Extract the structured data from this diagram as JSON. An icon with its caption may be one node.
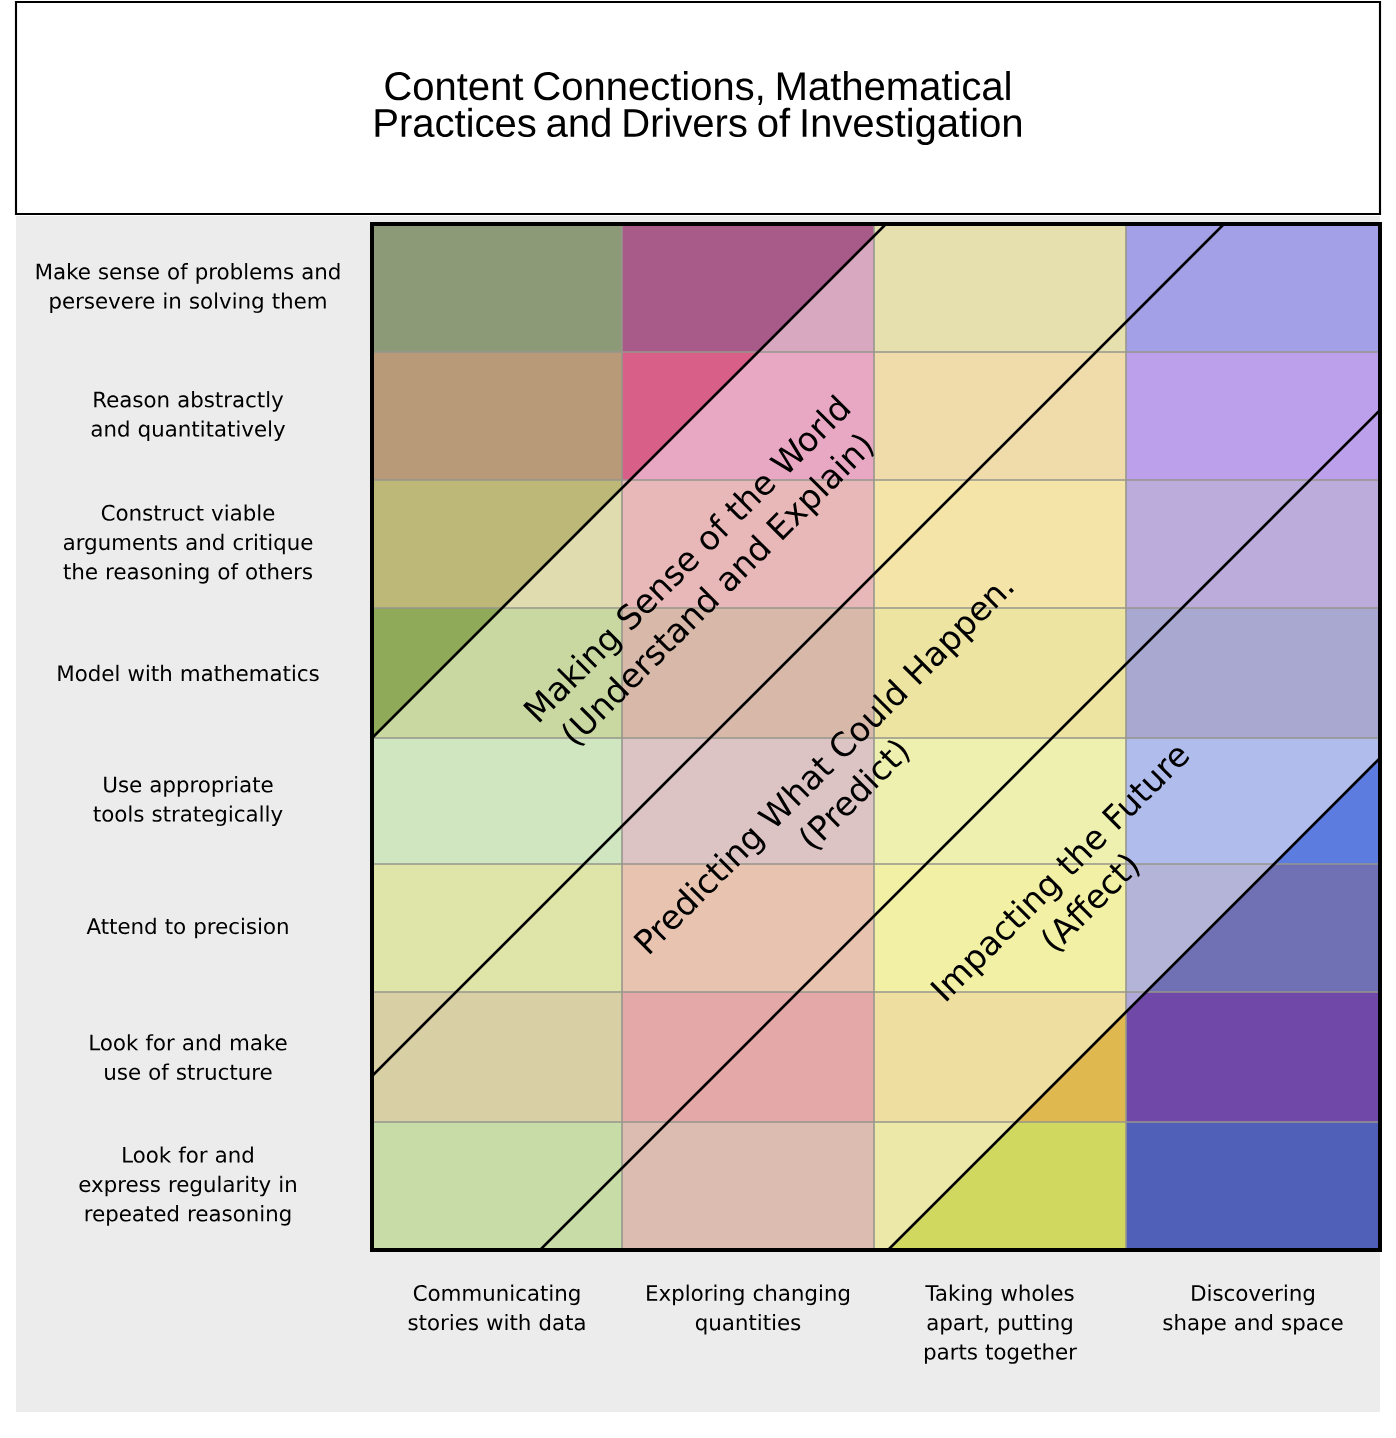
{
  "diagram": {
    "title": "Content Connections, Mathematical Practices and Drivers of Investigation",
    "nodes": [
      {
        "text": [
          "Making Sense of the World",
          "(Understand and Explain)"
        ]
      },
      {
        "text": [
          "Predicting What Could Happen.",
          "(Predict)"
        ]
      },
      {
        "text": [
          "Impacting the Future",
          "(Affect)"
        ]
      }
    ],
    "labels": [
      "Make sense of problems and persevere in solving them",
      "Reason abstractly and quantitatively",
      "Construct viable arguments and critique the reasoning of others",
      "Model with mathematics",
      "Use appropriate tools strategically",
      "Attend to precision",
      "Look for and make use of structure",
      "Look for and express regularity in repeated reasoning",
      "Communicating stories with data",
      "Exploring changing quantities",
      "Taking wholes apart, putting parts together",
      "Discovering shape and space"
    ]
  }
}
